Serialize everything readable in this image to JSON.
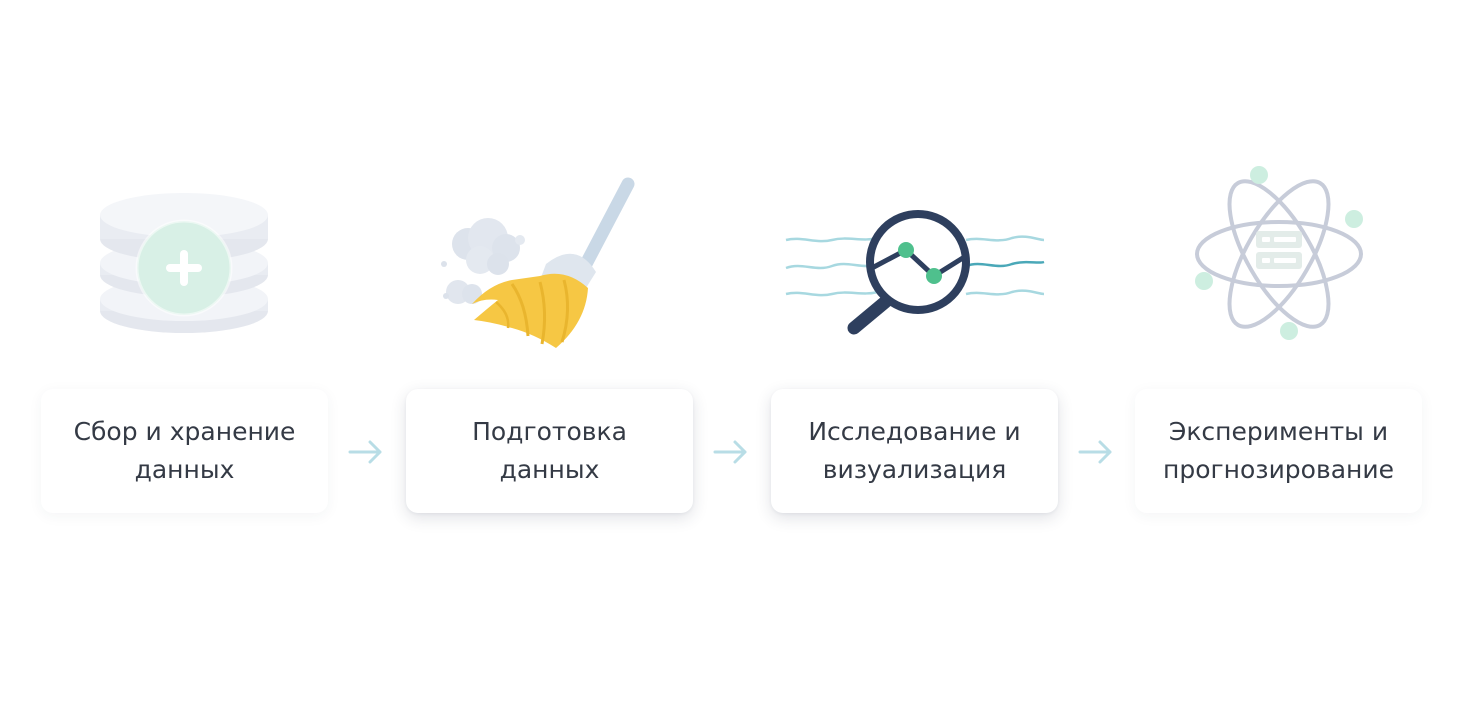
{
  "steps": [
    {
      "label": "Сбор и хранение данных",
      "icon": "database-plus-icon"
    },
    {
      "label": "Подготовка данных",
      "icon": "broom-icon"
    },
    {
      "label": "Исследование и визуализация",
      "icon": "magnifier-chart-icon"
    },
    {
      "label": "Эксперименты и прогнозирование",
      "icon": "atom-icon"
    }
  ],
  "arrows": [
    "arrow-right-icon",
    "arrow-right-icon",
    "arrow-right-icon"
  ],
  "colors": {
    "text": "#343a45",
    "arrow": "#b8dde6",
    "broom_yellow": "#f6c744",
    "navy": "#2e3f5e",
    "green": "#4fc08d",
    "mint": "#cdeee0",
    "teal_line": "#a7d8e0",
    "disk_grey": "#eaedf3"
  }
}
